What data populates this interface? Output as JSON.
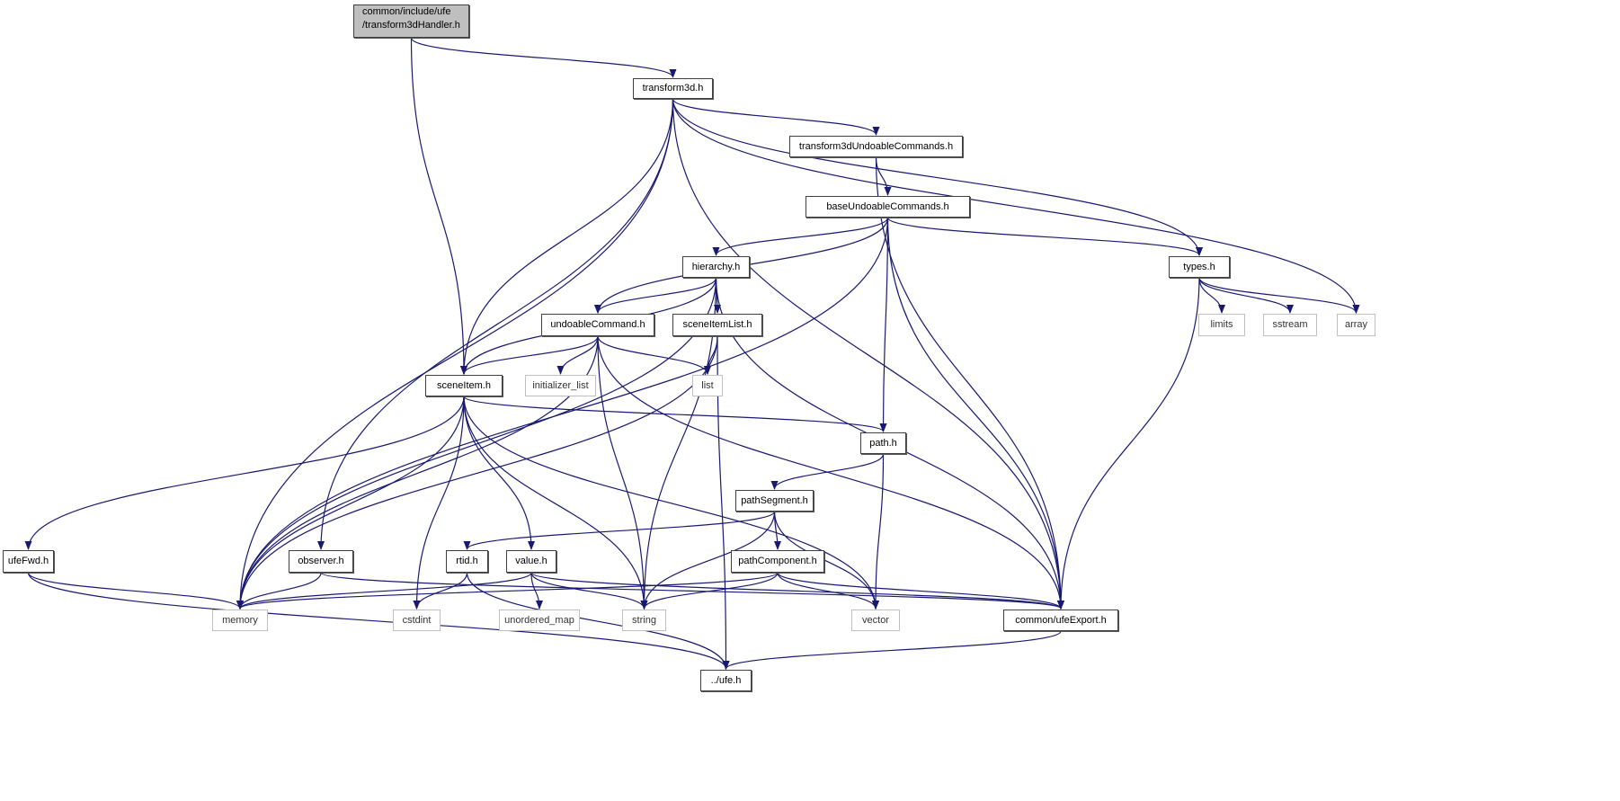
{
  "colors": {
    "edge": "#191970",
    "root_fill": "#bfbfbf",
    "node_border": "#404040",
    "system_border": "#bfbfbf"
  },
  "nodes": {
    "root": {
      "label": "common/include/ufe\n/transform3dHandler.h",
      "line1": "common/include/ufe",
      "line2": "/transform3dHandler.h"
    },
    "transform3d": {
      "label": "transform3d.h"
    },
    "t3dundo": {
      "label": "transform3dUndoableCommands.h"
    },
    "baseundo": {
      "label": "baseUndoableCommands.h"
    },
    "hierarchy": {
      "label": "hierarchy.h"
    },
    "types": {
      "label": "types.h"
    },
    "undoable": {
      "label": "undoableCommand.h"
    },
    "sceneItemList": {
      "label": "sceneItemList.h"
    },
    "initializer_list": {
      "label": "initializer_list"
    },
    "list": {
      "label": "list"
    },
    "limits": {
      "label": "limits"
    },
    "sstream": {
      "label": "sstream"
    },
    "array": {
      "label": "array"
    },
    "sceneItem": {
      "label": "sceneItem.h"
    },
    "path": {
      "label": "path.h"
    },
    "pathSegment": {
      "label": "pathSegment.h"
    },
    "ufeFwd": {
      "label": "ufeFwd.h"
    },
    "observer": {
      "label": "observer.h"
    },
    "rtid": {
      "label": "rtid.h"
    },
    "value": {
      "label": "value.h"
    },
    "pathComponent": {
      "label": "pathComponent.h"
    },
    "memory": {
      "label": "memory"
    },
    "cstdint": {
      "label": "cstdint"
    },
    "unordered_map": {
      "label": "unordered_map"
    },
    "string": {
      "label": "string"
    },
    "vector": {
      "label": "vector"
    },
    "ufeExport": {
      "label": "common/ufeExport.h"
    },
    "ufe": {
      "label": "../ufe.h"
    }
  },
  "edges": [
    [
      "root",
      "transform3d"
    ],
    [
      "root",
      "sceneItem"
    ],
    [
      "transform3d",
      "t3dundo"
    ],
    [
      "transform3d",
      "memory"
    ],
    [
      "transform3d",
      "sceneItem"
    ],
    [
      "transform3d",
      "observer"
    ],
    [
      "transform3d",
      "types"
    ],
    [
      "transform3d",
      "array"
    ],
    [
      "transform3d",
      "ufeExport"
    ],
    [
      "t3dundo",
      "baseundo"
    ],
    [
      "t3dundo",
      "ufeExport"
    ],
    [
      "baseundo",
      "memory"
    ],
    [
      "baseundo",
      "undoable"
    ],
    [
      "baseundo",
      "hierarchy"
    ],
    [
      "baseundo",
      "path"
    ],
    [
      "baseundo",
      "types"
    ],
    [
      "baseundo",
      "ufeExport"
    ],
    [
      "hierarchy",
      "memory"
    ],
    [
      "hierarchy",
      "sceneItem"
    ],
    [
      "hierarchy",
      "undoable"
    ],
    [
      "hierarchy",
      "sceneItemList"
    ],
    [
      "hierarchy",
      "string"
    ],
    [
      "hierarchy",
      "ufeExport"
    ],
    [
      "types",
      "limits"
    ],
    [
      "types",
      "sstream"
    ],
    [
      "types",
      "array"
    ],
    [
      "types",
      "ufeExport"
    ],
    [
      "undoable",
      "memory"
    ],
    [
      "undoable",
      "sceneItem"
    ],
    [
      "undoable",
      "initializer_list"
    ],
    [
      "undoable",
      "list"
    ],
    [
      "undoable",
      "string"
    ],
    [
      "undoable",
      "ufeExport"
    ],
    [
      "sceneItemList",
      "list"
    ],
    [
      "sceneItemList",
      "memory"
    ],
    [
      "sceneItemList",
      "ufe"
    ],
    [
      "sceneItem",
      "ufeFwd"
    ],
    [
      "sceneItem",
      "memory"
    ],
    [
      "sceneItem",
      "cstdint"
    ],
    [
      "sceneItem",
      "value"
    ],
    [
      "sceneItem",
      "string"
    ],
    [
      "sceneItem",
      "path"
    ],
    [
      "sceneItem",
      "vector"
    ],
    [
      "path",
      "pathSegment"
    ],
    [
      "path",
      "vector"
    ],
    [
      "pathSegment",
      "rtid"
    ],
    [
      "pathSegment",
      "string"
    ],
    [
      "pathSegment",
      "pathComponent"
    ],
    [
      "pathSegment",
      "vector"
    ],
    [
      "ufeFwd",
      "memory"
    ],
    [
      "ufeFwd",
      "ufe"
    ],
    [
      "observer",
      "memory"
    ],
    [
      "observer",
      "ufeExport"
    ],
    [
      "rtid",
      "cstdint"
    ],
    [
      "rtid",
      "ufe"
    ],
    [
      "value",
      "memory"
    ],
    [
      "value",
      "unordered_map"
    ],
    [
      "value",
      "string"
    ],
    [
      "value",
      "ufeExport"
    ],
    [
      "pathComponent",
      "memory"
    ],
    [
      "pathComponent",
      "string"
    ],
    [
      "pathComponent",
      "vector"
    ],
    [
      "pathComponent",
      "ufeExport"
    ],
    [
      "ufeExport",
      "ufe"
    ]
  ]
}
